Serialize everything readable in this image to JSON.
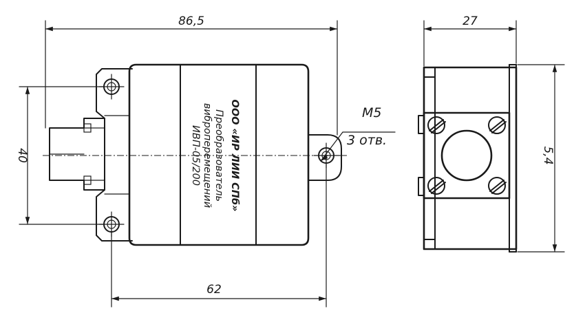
{
  "dimensions": {
    "overall_length": "86,5",
    "mount_spacing": "62",
    "height": "40",
    "depth": "27",
    "side_height": "5,4"
  },
  "callout": {
    "thread": "M5",
    "holes": "3 отв."
  },
  "nameplate": {
    "company": "ООО «ИР ЛИИ СПб»",
    "line1": "Преобразователь",
    "line2": "виброперемещений",
    "model": "ИВП-05/200"
  }
}
